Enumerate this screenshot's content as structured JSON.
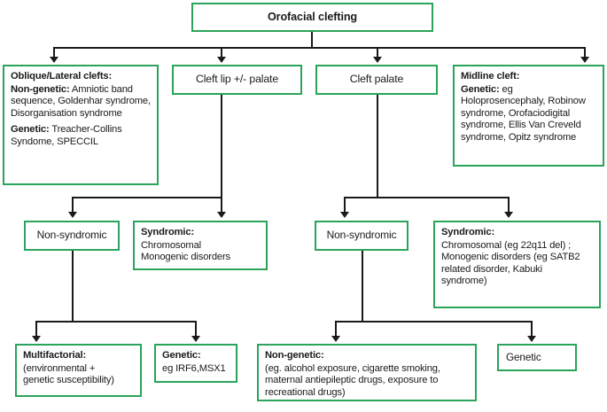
{
  "diagram": {
    "title_box": {
      "label": "Orofacial clefting"
    },
    "level2": [
      {
        "name": "oblique-lateral-clefts",
        "heading": "Oblique/Lateral clefts:",
        "paragraphs": [
          {
            "lead": "Non-genetic:",
            "text": " Amniotic band sequence, Goldenhar syndrome, Disorganisation syndrome"
          },
          {
            "lead": "Genetic:",
            "text": " Treacher-Collins Syndome, SPECCIL"
          }
        ]
      },
      {
        "name": "cleft-lip-palate",
        "label": "Cleft lip +/- palate"
      },
      {
        "name": "cleft-palate",
        "label": "Cleft palate"
      },
      {
        "name": "midline-cleft",
        "heading": "Midline cleft:",
        "paragraphs": [
          {
            "lead": "Genetic:",
            "text": " eg Holoprosencephaly, Robinow syndrome, Orofaciodigital syndrome, Ellis Van Creveld syndrome, Opitz syndrome"
          }
        ]
      }
    ],
    "level3": [
      {
        "name": "non-syndromic-lip",
        "label": "Non-syndromic"
      },
      {
        "name": "syndromic-lip",
        "heading": "Syndromic:",
        "lines": [
          "Chromosomal",
          "Monogenic disorders"
        ]
      },
      {
        "name": "non-syndromic-palate",
        "label": "Non-syndromic"
      },
      {
        "name": "syndromic-palate",
        "heading": "Syndromic:",
        "lines": [
          "Chromosomal (eg 22q11 del) ;",
          "Monogenic disorders (eg SATB2",
          "related disorder, Kabuki",
          "syndrome)"
        ]
      }
    ],
    "level4": [
      {
        "name": "multifactorial",
        "heading": "Multifactorial:",
        "lines": [
          "(environmental +",
          "genetic susceptibility)"
        ]
      },
      {
        "name": "genetic-irf6",
        "heading": "Genetic:",
        "lines": [
          "eg IRF6,MSX1"
        ]
      },
      {
        "name": "non-genetic-palate",
        "heading": "Non-genetic:",
        "lines": [
          "(eg. alcohol exposure, cigarette smoking,",
          "maternal antiepileptic drugs, exposure to",
          "recreational drugs)"
        ]
      },
      {
        "name": "genetic-palate",
        "label": "Genetic"
      }
    ],
    "colors": {
      "box_border": "#2aa45a",
      "connector": "#1a1a1a",
      "text": "#1a1a1a",
      "background": "#ffffff"
    }
  }
}
